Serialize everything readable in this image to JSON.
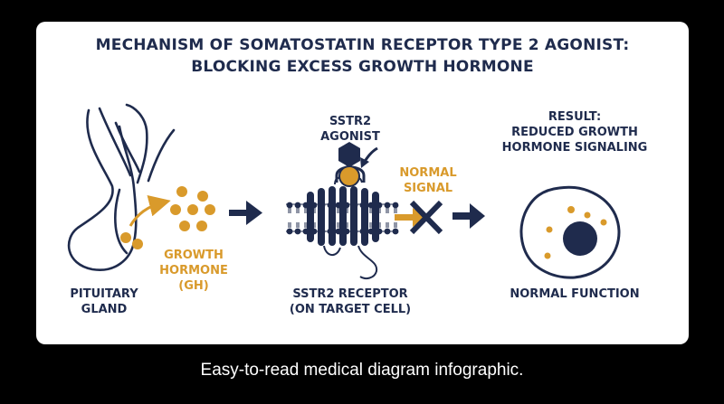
{
  "title": {
    "line1": "MECHANISM OF SOMATOSTATIN RECEPTOR TYPE 2 AGONIST:",
    "line2": "BLOCKING EXCESS GROWTH HORMONE"
  },
  "labels": {
    "pituitary": [
      "PITUITARY",
      "GLAND"
    ],
    "growth_hormone": [
      "GROWTH",
      "HORMONE",
      "(GH)"
    ],
    "agonist": [
      "SSTR2",
      "AGONIST"
    ],
    "normal_signal": [
      "NORMAL",
      "SIGNAL"
    ],
    "receptor": [
      "SSTR2 RECEPTOR",
      "(ON TARGET CELL)"
    ],
    "result": [
      "RESULT:",
      "REDUCED GROWTH",
      "HORMONE SIGNALING"
    ],
    "normal_function": "NORMAL FUNCTION"
  },
  "caption": "Easy-to-read medical diagram infographic.",
  "colors": {
    "navy": "#1f2b4d",
    "gold": "#d99a2b",
    "background": "#000000",
    "card": "#ffffff"
  },
  "icons": [
    "pituitary-gland-icon",
    "hormone-particles-icon",
    "receptor-membrane-icon",
    "agonist-hexagon-icon",
    "blocked-x-icon",
    "target-cell-icon",
    "arrow-right-icon"
  ]
}
